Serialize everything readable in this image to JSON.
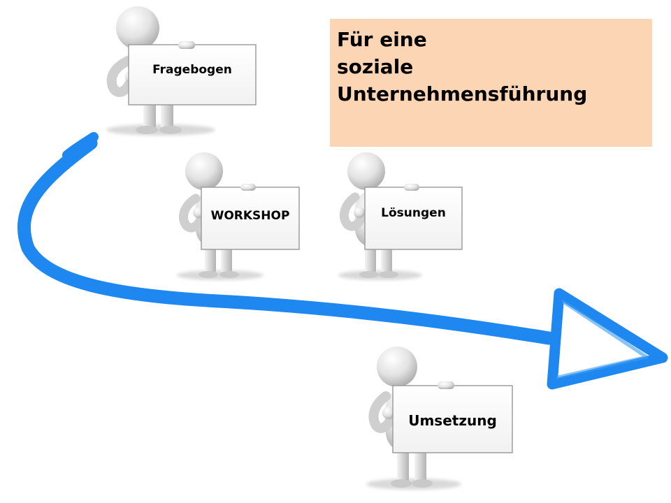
{
  "title": {
    "lines": [
      "Für eine",
      "soziale",
      "Unternehmensführung"
    ],
    "background": "#fcd5b4"
  },
  "figures": [
    {
      "label": "Fragebogen"
    },
    {
      "label": "WORKSHOP"
    },
    {
      "label": "Lösungen"
    },
    {
      "label": "Umsetzung"
    }
  ],
  "arrow": {
    "color": "#1e88f0",
    "icon": "curved-arrow-right-icon"
  }
}
